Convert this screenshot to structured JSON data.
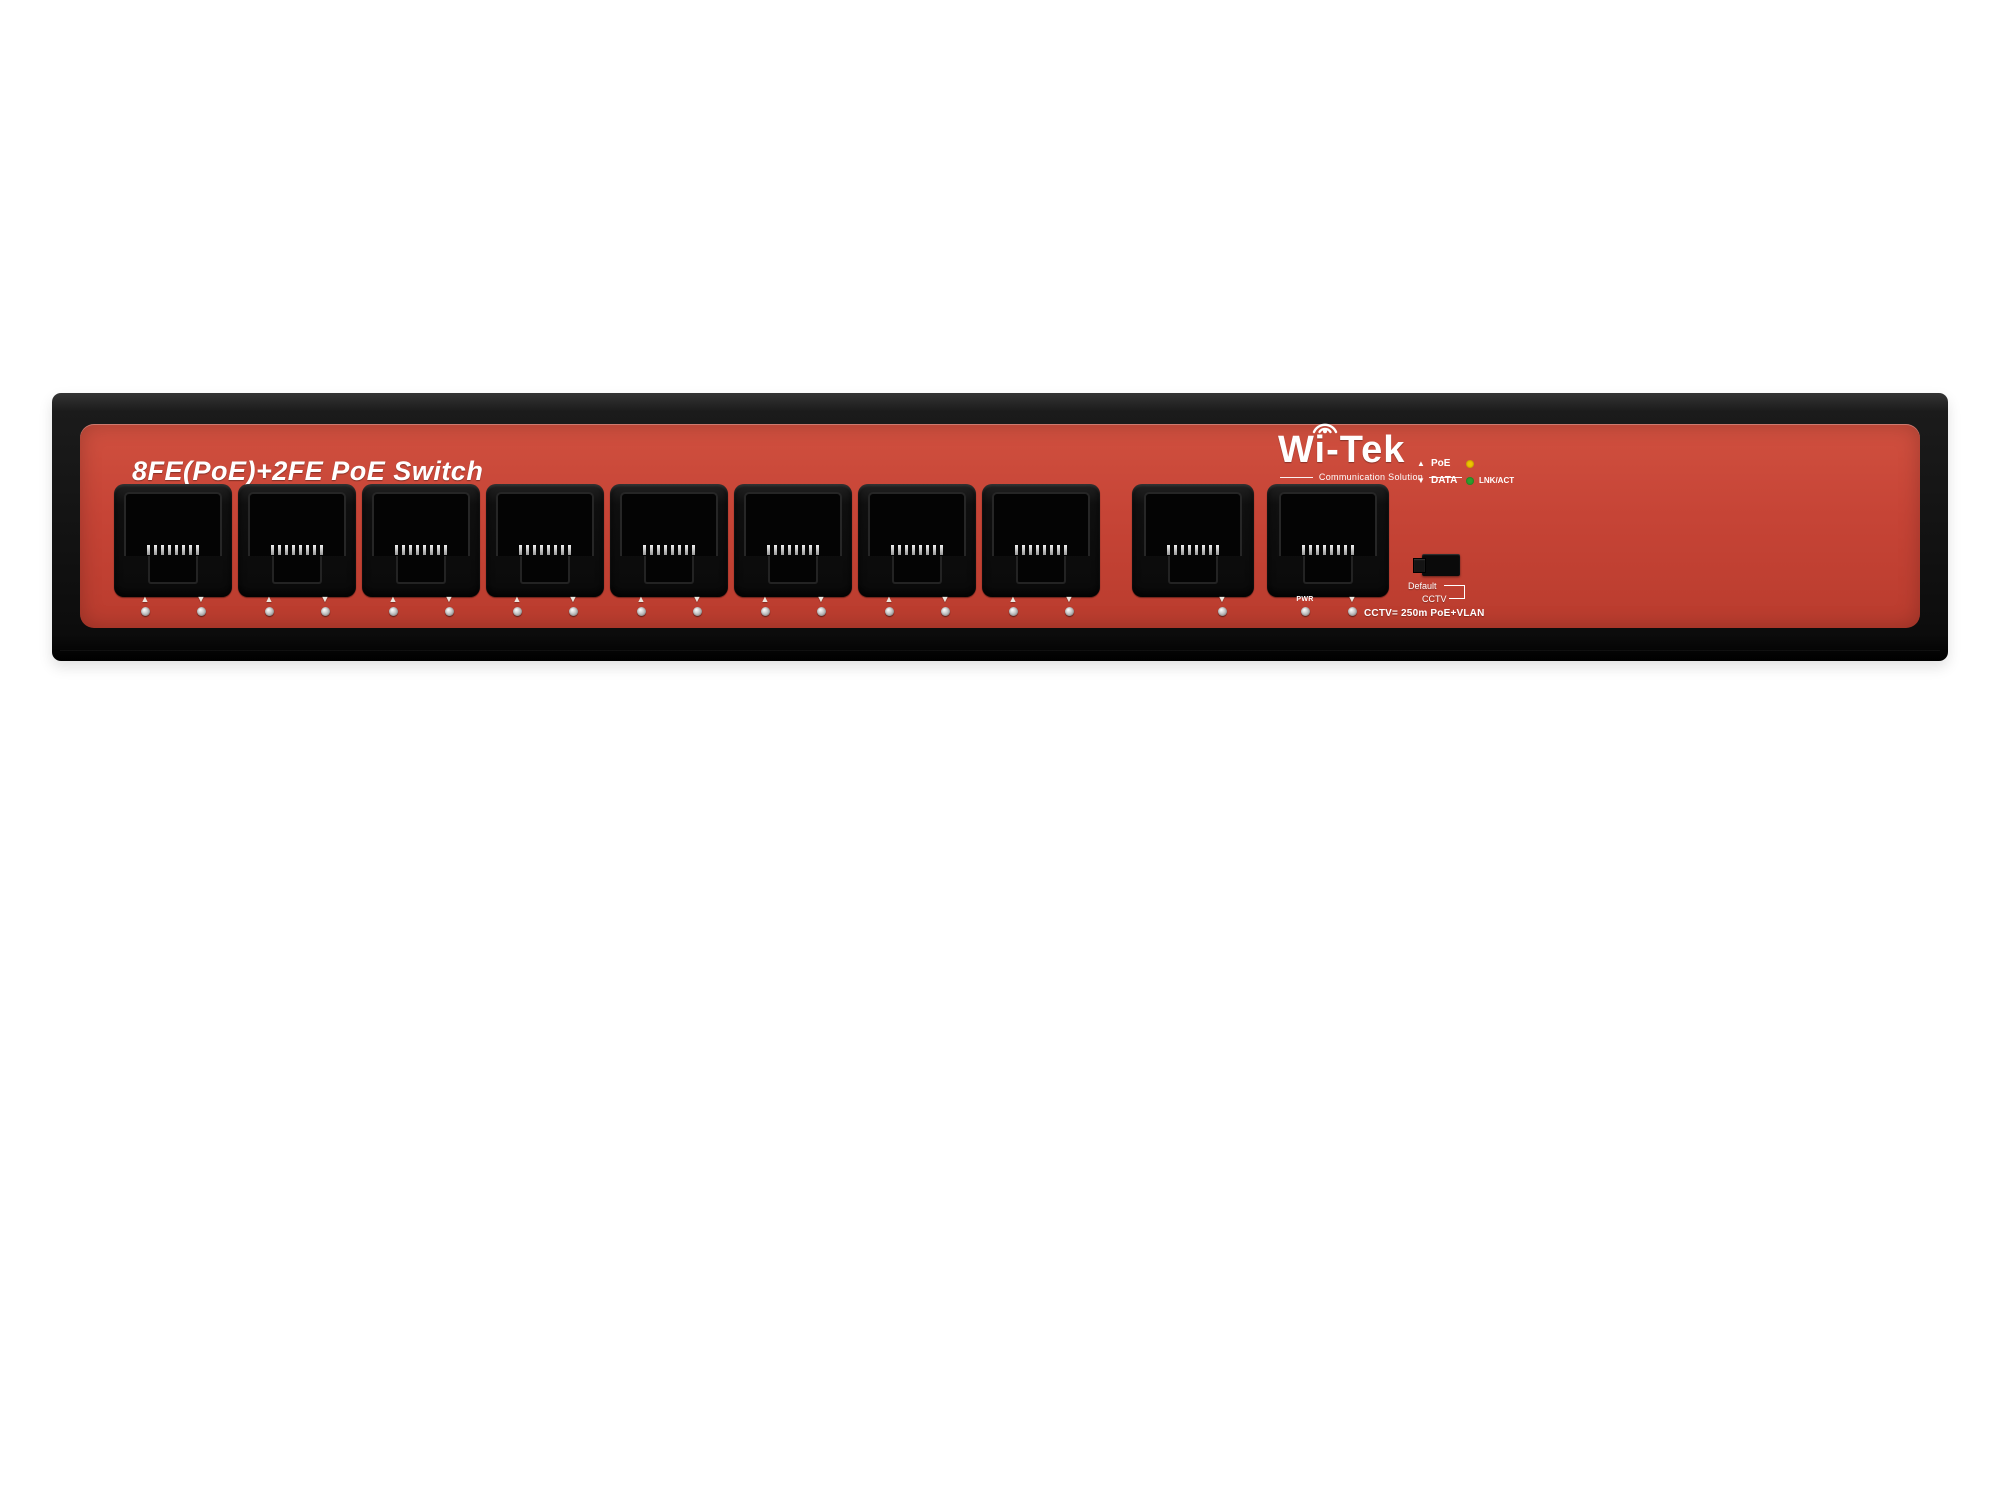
{
  "device": {
    "title": "8FE(PoE)+2FE PoE Switch",
    "brand": {
      "name": "Wi-Tek",
      "tagline": "Communication Solution"
    },
    "legend": [
      {
        "symbol": "▲",
        "label": "PoE",
        "dot_color": "#f0c400",
        "suffix": ""
      },
      {
        "symbol": "▼",
        "label": "DATA",
        "dot_color": "#2f9e2f",
        "suffix": "LNK/ACT"
      }
    ],
    "ports": {
      "main_count": 8,
      "uplink_count": 2,
      "pins_per_port": 8
    },
    "port_leds": {
      "up_symbol": "▲",
      "down_symbol": "▼"
    },
    "uplink_leds": {
      "down_symbol": "▼"
    },
    "pwr_label": "PWR",
    "cctv_note": "CCTV= 250m PoE+VLAN",
    "dip": {
      "label_top": "Default",
      "label_bottom": "CCTV"
    },
    "colors": {
      "panel_red": "#c64436",
      "chassis_black": "#121212",
      "led_metal": "#c9c9c9"
    }
  }
}
